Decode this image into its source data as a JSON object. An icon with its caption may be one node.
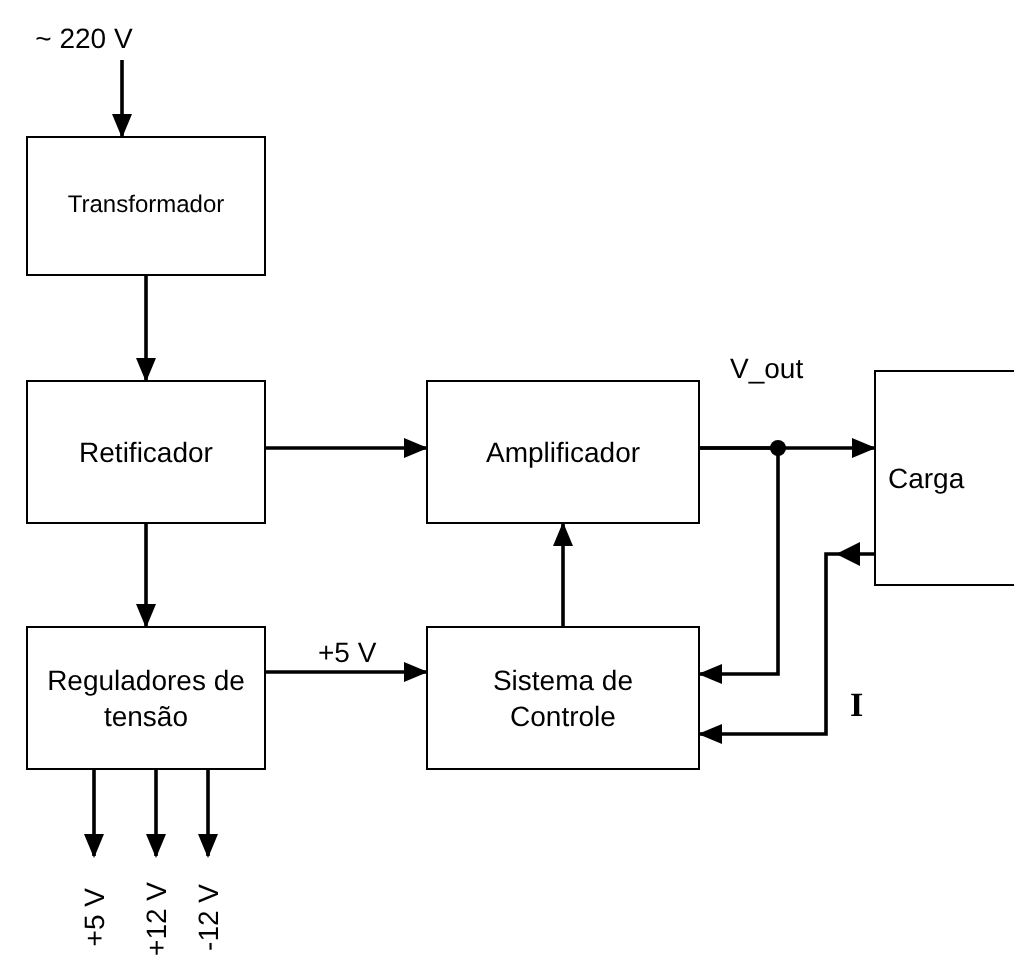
{
  "diagram": {
    "nodes": [
      {
        "text": [
          "~ 220 V"
        ]
      },
      {
        "text": [
          "Transformador"
        ]
      },
      {
        "text": [
          "Retificador"
        ]
      },
      {
        "text": [
          "Reguladores de tensão"
        ]
      },
      {
        "text": [
          "Amplificador"
        ]
      },
      {
        "text": [
          "Sistema de Controle"
        ]
      },
      {
        "text": [
          "Carga"
        ]
      },
      {
        "text": [
          "+5 V"
        ]
      },
      {
        "text": [
          "+12 V"
        ]
      },
      {
        "text": [
          "-12 V"
        ]
      }
    ],
    "edges": [
      {
        "from": 0,
        "to": 1,
        "arrow": "to"
      },
      {
        "from": 1,
        "to": 2,
        "arrow": "to"
      },
      {
        "from": 2,
        "to": 4,
        "arrow": "to"
      },
      {
        "from": 2,
        "to": 3,
        "arrow": "to"
      },
      {
        "from": 3,
        "to": 5,
        "arrow": "to",
        "label": "+5 V"
      },
      {
        "from": 5,
        "to": 4,
        "arrow": "to"
      },
      {
        "from": 4,
        "to": 6,
        "arrow": "to"
      },
      {
        "from": 4,
        "to": 5,
        "arrow": "to"
      },
      {
        "from": 6,
        "to": 5,
        "arrow": "to",
        "label": "I"
      },
      {
        "from": 3,
        "to": 7,
        "arrow": "to"
      },
      {
        "from": 3,
        "to": 8,
        "arrow": "to"
      },
      {
        "from": 3,
        "to": 9,
        "arrow": "to"
      }
    ],
    "labels": [
      "V_out"
    ]
  }
}
